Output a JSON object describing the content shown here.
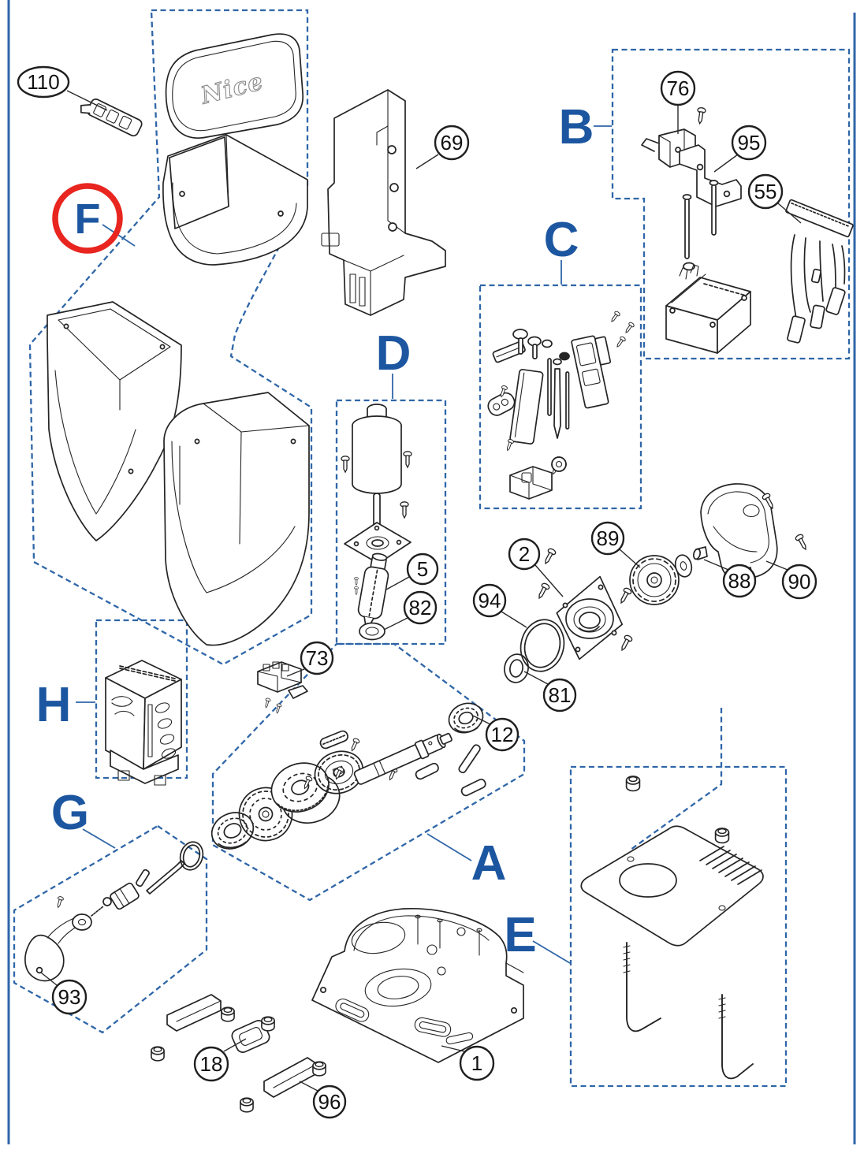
{
  "diagram": {
    "type": "exploded-parts-diagram",
    "brand_text": "Nice",
    "highlighted_section": "F",
    "sections": {
      "A": "A",
      "B": "B",
      "C": "C",
      "D": "D",
      "E": "E",
      "F": "F",
      "G": "G",
      "H": "H"
    },
    "balloons": {
      "n110": "110",
      "n76": "76",
      "n95": "95",
      "n55": "55",
      "n69": "69",
      "n5": "5",
      "n82": "82",
      "n73": "73",
      "n2": "2",
      "n89": "89",
      "n88": "88",
      "n90": "90",
      "n94": "94",
      "n81": "81",
      "n12": "12",
      "n93": "93",
      "n18": "18",
      "n96": "96",
      "n1": "1"
    },
    "colors": {
      "box_dash": "#2f66a8",
      "section_letter": "#1c56a0",
      "highlight_ring": "#e8251f",
      "line_art": "#242424",
      "background": "#ffffff"
    }
  }
}
